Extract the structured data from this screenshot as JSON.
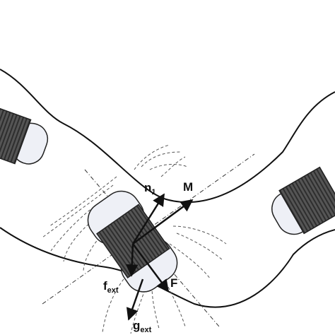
{
  "labels": {
    "n": {
      "main": "n",
      "sub": "1"
    },
    "m": {
      "main": "M"
    },
    "f_ext": {
      "main": "f",
      "sub": "ext"
    },
    "force": {
      "main": "F"
    },
    "g_ext": {
      "main": "g",
      "sub": "ext"
    }
  },
  "colors": {
    "ink": "#111111",
    "robot_body": "#5a5a5a",
    "robot_stripe": "#2e2e2e",
    "cap": "#eef0f6",
    "field": "#555555"
  }
}
